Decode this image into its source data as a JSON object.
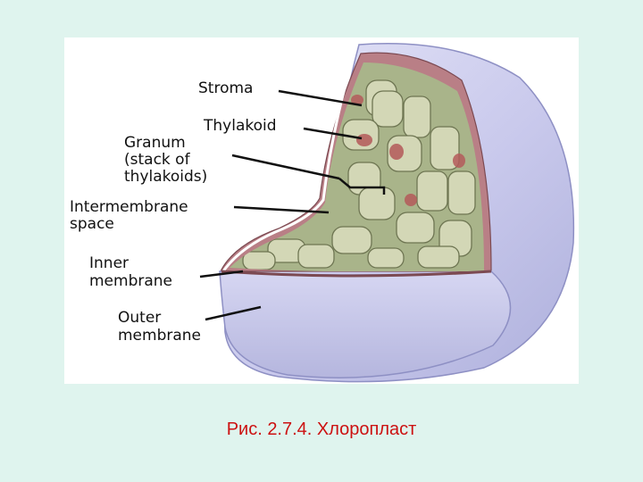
{
  "labels": {
    "stroma": "Stroma",
    "thylakoid": "Thylakoid",
    "granum_line1": "Granum",
    "granum_line2": "(stack of",
    "granum_line3": "thylakoids)",
    "intermembrane_line1": "Intermembrane",
    "intermembrane_line2": "space",
    "inner_line1": "Inner",
    "inner_line2": "membrane",
    "outer_line1": "Outer",
    "outer_line2": "membrane"
  },
  "caption": "Рис. 2.7.4. Хлоропласт",
  "colors": {
    "background": "#dff4ee",
    "outer_membrane": "#c9c9ec",
    "inner_membrane": "#b97f86",
    "stroma": "#a9b48a",
    "thylakoid": "#d3d7b6",
    "caption": "#cc1111"
  }
}
